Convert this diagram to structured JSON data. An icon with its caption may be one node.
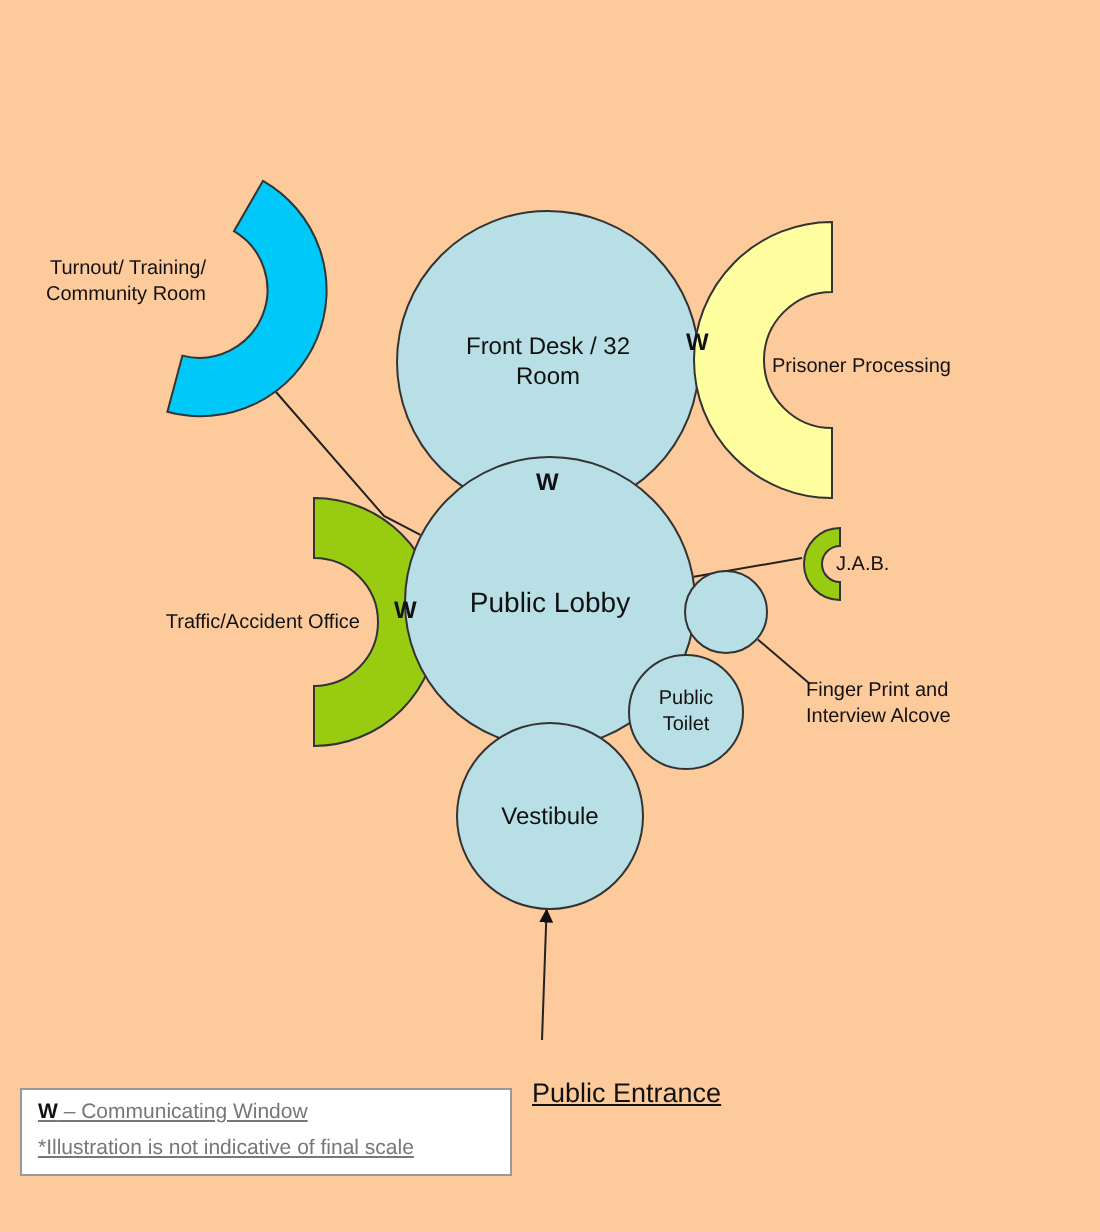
{
  "diagram": {
    "nodes": [
      {
        "text": [
          "Turnout/ Training/ Community Room"
        ]
      },
      {
        "text": [
          "Front Desk / 32 Room"
        ]
      },
      {
        "text": [
          "Prisoner Processing"
        ]
      },
      {
        "text": [
          "Traffic/Accident Office"
        ]
      },
      {
        "text": [
          "Public Lobby"
        ]
      },
      {
        "text": [
          "J.A.B."
        ]
      },
      {
        "text": [],
        "shape": "circle"
      },
      {
        "text": [
          "Finger Print and Interview Alcove"
        ]
      },
      {
        "text": [
          "Public Toilet"
        ]
      },
      {
        "text": [
          "Vestibule"
        ]
      },
      {
        "text": [
          "Public Entrance"
        ]
      }
    ],
    "edges": [
      {
        "from": 0,
        "to": 4,
        "arrow": "none"
      },
      {
        "from": 4,
        "to": 5,
        "arrow": "none"
      },
      {
        "from": 7,
        "to": 6,
        "arrow": "none"
      },
      {
        "from": 10,
        "to": 9,
        "arrow": "to"
      }
    ],
    "labels": [
      "W",
      "W",
      "W",
      "**W** – Communicating Window",
      "*Illustration is not indicative of final scale"
    ]
  }
}
